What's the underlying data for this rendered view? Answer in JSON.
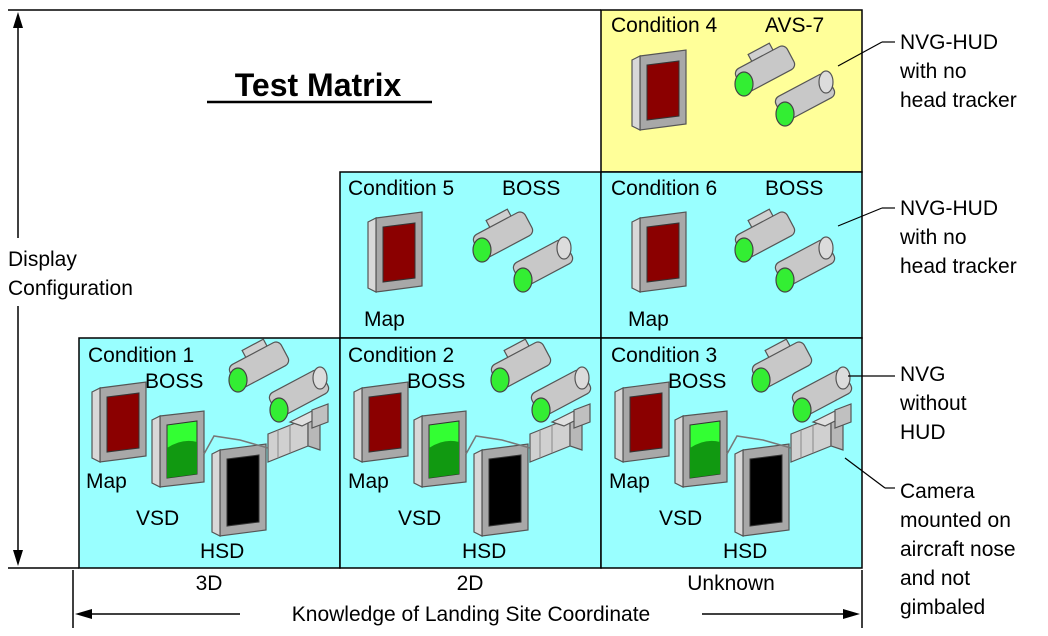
{
  "title": "Test Matrix",
  "colors": {
    "cell_fill": "#99ffff",
    "cell4_fill": "#ffff99",
    "screen_red": "#8b0000",
    "screen_black": "#000000",
    "screen_green": "#33ff33",
    "lens_green": "#33ee33",
    "device_gray": "#c8c8c8"
  },
  "y_axis": {
    "line1": "Display",
    "line2": "Configuration"
  },
  "x_axis": {
    "label": "Knowledge of Landing Site Coordinate",
    "columns": [
      "3D",
      "2D",
      "Unknown"
    ]
  },
  "cells": [
    {
      "condition": "Condition 1",
      "system": "BOSS",
      "labels": {
        "map": "Map",
        "vsd": "VSD",
        "hsd": "HSD"
      }
    },
    {
      "condition": "Condition 2",
      "system": "BOSS",
      "labels": {
        "map": "Map",
        "vsd": "VSD",
        "hsd": "HSD"
      }
    },
    {
      "condition": "Condition 3",
      "system": "BOSS",
      "labels": {
        "map": "Map",
        "vsd": "VSD",
        "hsd": "HSD"
      }
    },
    {
      "condition": "Condition 4",
      "system": "AVS-7"
    },
    {
      "condition": "Condition 5",
      "system": "BOSS",
      "labels": {
        "map": "Map"
      }
    },
    {
      "condition": "Condition 6",
      "system": "BOSS",
      "labels": {
        "map": "Map"
      }
    }
  ],
  "row_notes": {
    "top": [
      "NVG-HUD",
      "with no",
      "head tracker"
    ],
    "middle": [
      "NVG-HUD",
      "with no",
      "head tracker"
    ],
    "bottom": [
      "NVG",
      "without",
      "HUD"
    ],
    "camera": [
      "Camera",
      "mounted on",
      "aircraft nose",
      "and not",
      "gimbaled"
    ]
  }
}
